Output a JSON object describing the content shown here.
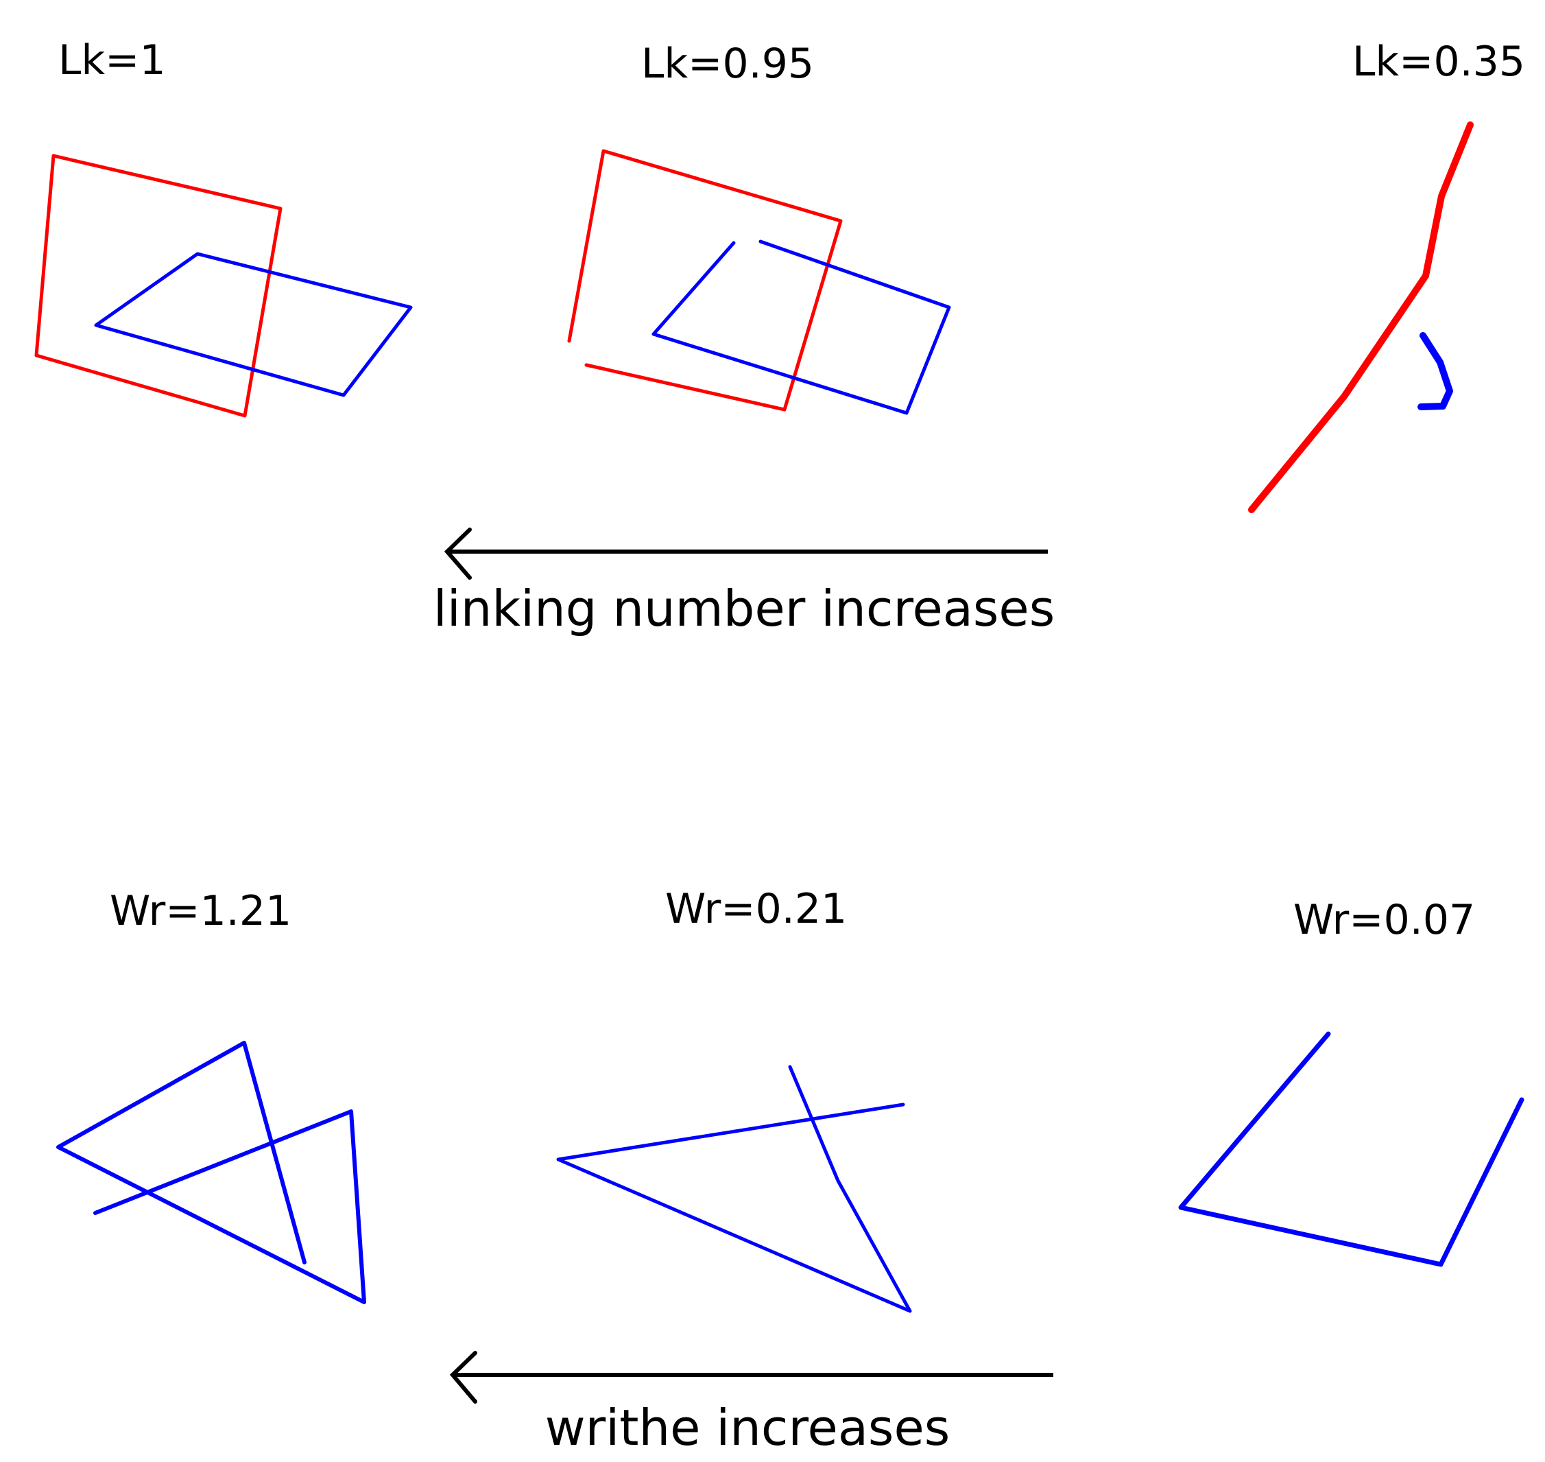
{
  "colors": {
    "curve_a": "#ff0000",
    "curve_b": "#0000ff",
    "text": "#000000",
    "background": "#ffffff"
  },
  "top_row": {
    "panels": [
      {
        "label": "Lk=1"
      },
      {
        "label": "Lk=0.95"
      },
      {
        "label": "Lk=0.35"
      }
    ],
    "arrow_direction": "left",
    "caption": "linking number increases"
  },
  "bottom_row": {
    "panels": [
      {
        "label": "Wr=1.21"
      },
      {
        "label": "Wr=0.21"
      },
      {
        "label": "Wr=0.07"
      }
    ],
    "arrow_direction": "left",
    "caption": "writhe increases"
  }
}
